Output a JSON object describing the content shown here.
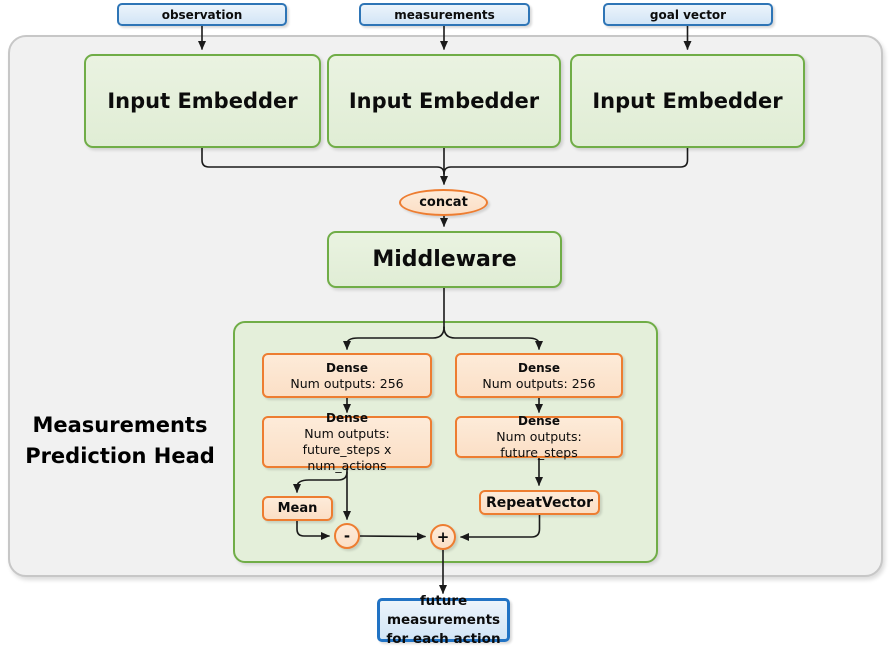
{
  "colors": {
    "container_fill": "#F1F1F1",
    "container_border": "#C7C7C7",
    "green_border": "#70AD47",
    "green_fill": "#E5F0DC",
    "orange_border": "#ED7D31",
    "orange_fill": "#FCE4D1",
    "blue_border": "#2E75B6",
    "blue_fill": "#D9E9F8",
    "wire_color": "#1a1a1a"
  },
  "inputs": [
    {
      "label": "observation"
    },
    {
      "label": "measurements"
    },
    {
      "label": "goal vector"
    }
  ],
  "embedders": [
    {
      "label": "Input Embedder"
    },
    {
      "label": "Input Embedder"
    },
    {
      "label": "Input Embedder"
    }
  ],
  "concat_label": "concat",
  "middleware_label": "Middleware",
  "head": {
    "title_line1": "Measurements",
    "title_line2": "Prediction Head",
    "dense_action_1": {
      "title": "Dense",
      "detail": "Num outputs: 256"
    },
    "dense_action_2": {
      "title": "Dense",
      "detail_line1": "Num outputs:",
      "detail_line2": "future_steps x num_actions"
    },
    "dense_measure_1": {
      "title": "Dense",
      "detail": "Num outputs: 256"
    },
    "dense_measure_2": {
      "title": "Dense",
      "detail": "Num outputs: future_steps"
    },
    "mean_label": "Mean",
    "repeat_vector_label": "RepeatVector",
    "minus_label": "-",
    "plus_label": "+"
  },
  "output": {
    "line1": "future measurements",
    "line2": "for each action"
  }
}
